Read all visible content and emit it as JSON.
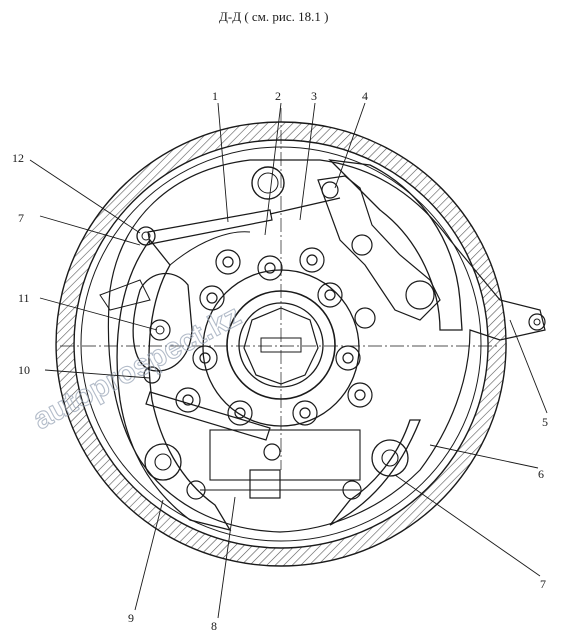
{
  "caption": "Д-Д ( см. рис. 18.1 )",
  "watermark": "autoprospect.kz",
  "callouts": [
    {
      "id": "1",
      "label": "1"
    },
    {
      "id": "2",
      "label": "2"
    },
    {
      "id": "3",
      "label": "3"
    },
    {
      "id": "4",
      "label": "4"
    },
    {
      "id": "5",
      "label": "5"
    },
    {
      "id": "6",
      "label": "6"
    },
    {
      "id": "7a",
      "label": "7"
    },
    {
      "id": "7b",
      "label": "7"
    },
    {
      "id": "8",
      "label": "8"
    },
    {
      "id": "9",
      "label": "9"
    },
    {
      "id": "10",
      "label": "10"
    },
    {
      "id": "11",
      "label": "11"
    },
    {
      "id": "12",
      "label": "12"
    }
  ],
  "colors": {
    "ink": "#1a1a1a",
    "hatch": "#555555",
    "watermark": "#9aa6b8"
  }
}
